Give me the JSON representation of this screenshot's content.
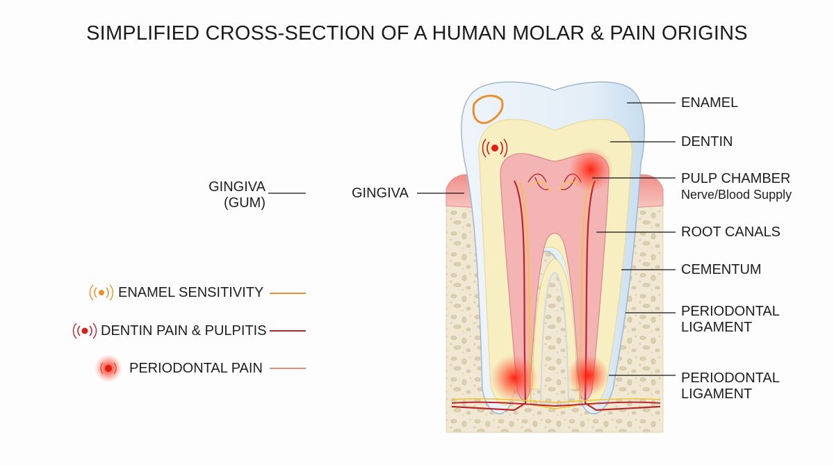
{
  "title": "SIMPLIFIED CROSS-SECTION OF A HUMAN MOLAR & PAIN ORIGINS",
  "labels": {
    "gingiva_left_line1": "GINGIVA",
    "gingiva_left_line2": "(GUM)",
    "gingiva_mid": "GINGIVA",
    "enamel": "ENAMEL",
    "dentin": "DENTIN",
    "pulp_chamber": "PULP CHAMBER",
    "pulp_sub": "Nerve/Blood Supply",
    "root_canals": "ROOT CANALS",
    "cementum": "CEMENTUM",
    "periodontal_1_line1": "PERIODONTAL",
    "periodontal_1_line2": "LIGAMENT",
    "periodontal_2_line1": "PERIODONTAL",
    "periodontal_2_line2": "LIGAMENT"
  },
  "legend": [
    {
      "label": "ENAMEL SENSITIVITY",
      "color": "#e8912a",
      "icon": "enamel-sensitivity-icon"
    },
    {
      "label": "DENTIN PAIN & PULPITIS",
      "color": "#c8202a",
      "icon": "pulpitis-pain-icon"
    },
    {
      "label": "PERIODONTAL PAIN",
      "color": "#e88a6e",
      "icon": "periodontal-pain-icon"
    }
  ],
  "colors": {
    "enamel": "#dbe9f4",
    "dentin": "#f7efc2",
    "pulp": "#f4b8b8",
    "gum": "#f2a7a3",
    "bone": "#efe6cf",
    "nerve": "#f0c43a",
    "vessel": "#b8262a",
    "pain": "#ff2a1a"
  }
}
